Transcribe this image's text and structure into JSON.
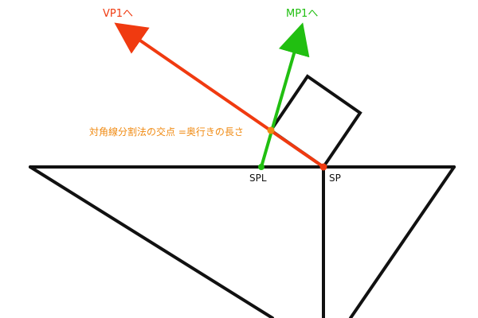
{
  "labels": {
    "vp1": "VP1へ",
    "mp1": "MP1へ",
    "diagonal_note": "対角線分割法の交点 =奥行きの長さ",
    "spl": "SPL",
    "sp": "SP"
  },
  "colors": {
    "red": "#f03a10",
    "green": "#21bf11",
    "orange": "#f08a12",
    "black": "#111111"
  }
}
